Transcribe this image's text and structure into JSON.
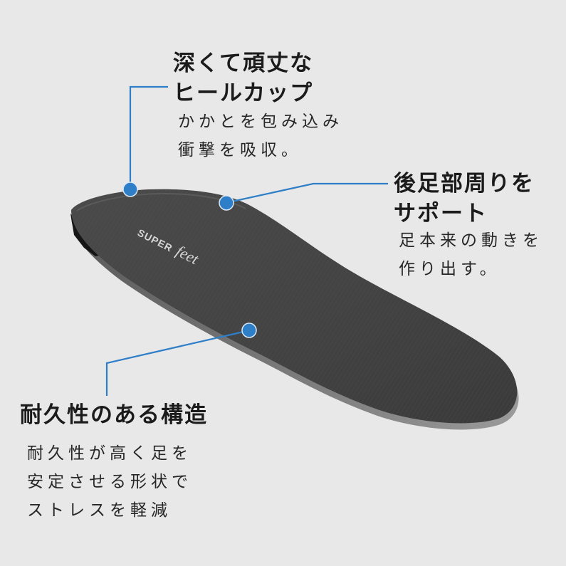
{
  "colors": {
    "background": "#e8e8e8",
    "accent": "#2f7fc8",
    "insole": "#424242"
  },
  "product": {
    "logo_super": "SUPER",
    "logo_feet": "feet"
  },
  "callouts": [
    {
      "title_lines": [
        "深くて頑丈な",
        "ヒールカップ"
      ],
      "body_lines": [
        "かかとを包み込み",
        "衝撃を吸収。"
      ]
    },
    {
      "title_lines": [
        "後足部周りを",
        "サポート"
      ],
      "body_lines": [
        "足本来の動きを",
        "作り出す。"
      ]
    },
    {
      "title_lines": [
        "耐久性のある構造"
      ],
      "body_lines": [
        "耐久性が高く足を",
        "安定させる形状で",
        "ストレスを軽減"
      ]
    }
  ]
}
